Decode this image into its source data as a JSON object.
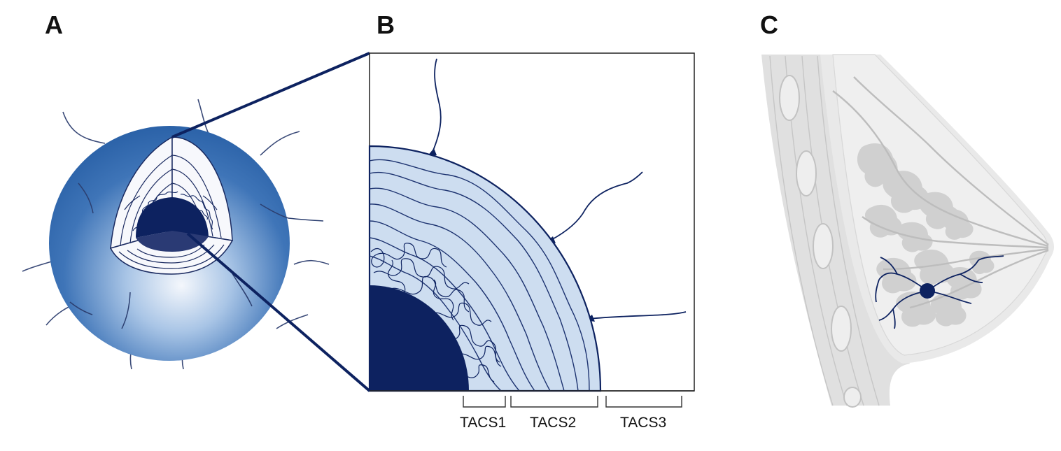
{
  "panels": {
    "a": {
      "letter": "A"
    },
    "b": {
      "letter": "B"
    },
    "c": {
      "letter": "C"
    }
  },
  "tacs_labels": {
    "tacs1": "TACS1",
    "tacs2": "TACS2",
    "tacs3": "TACS3"
  },
  "colors": {
    "navy": "#0d2260",
    "sphere_light": "#f4f7fc",
    "sphere_dark": "#2b62a8",
    "capsule_fill": "#cdddf0",
    "tissue_gray": "#d3d3d3"
  }
}
